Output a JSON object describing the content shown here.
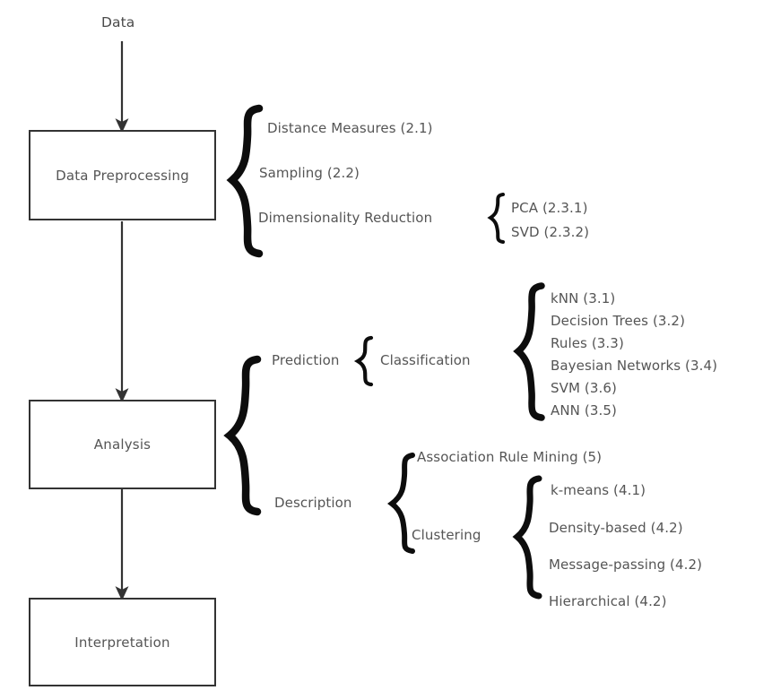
{
  "diagram": {
    "title_label": "Data",
    "flow": {
      "nodes": [
        {
          "label": "Data Preprocessing"
        },
        {
          "label": "Analysis"
        },
        {
          "label": "Interpretation"
        }
      ]
    },
    "preprocessing_branch": {
      "items": [
        {
          "label": "Distance Measures (2.1)"
        },
        {
          "label": "Sampling (2.2)"
        },
        {
          "label": "Dimensionality Reduction"
        }
      ],
      "dimensionality_children": [
        {
          "label": "PCA (2.3.1)"
        },
        {
          "label": "SVD (2.3.2)"
        }
      ]
    },
    "analysis_branch": {
      "groups": [
        {
          "label": "Prediction"
        },
        {
          "label": "Description"
        }
      ],
      "prediction": {
        "subgroup_label": "Classification",
        "items": [
          {
            "label": "kNN (3.1)"
          },
          {
            "label": "Decision Trees (3.2)"
          },
          {
            "label": "Rules (3.3)"
          },
          {
            "label": "Bayesian Networks (3.4)"
          },
          {
            "label": "SVM (3.6)"
          },
          {
            "label": "ANN (3.5)"
          }
        ]
      },
      "description": {
        "direct_item": "Association Rule Mining (5)",
        "subgroup_label": "Clustering",
        "items": [
          {
            "label": "k-means (4.1)"
          },
          {
            "label": "Density-based (4.2)"
          },
          {
            "label": "Message-passing (4.2)"
          },
          {
            "label": "Hierarchical (4.2)"
          }
        ]
      }
    },
    "colors": {
      "text": "#555555",
      "box_border": "#333333",
      "arrow": "#333333",
      "brace": "#0d0d0d",
      "background": "#ffffff"
    }
  }
}
